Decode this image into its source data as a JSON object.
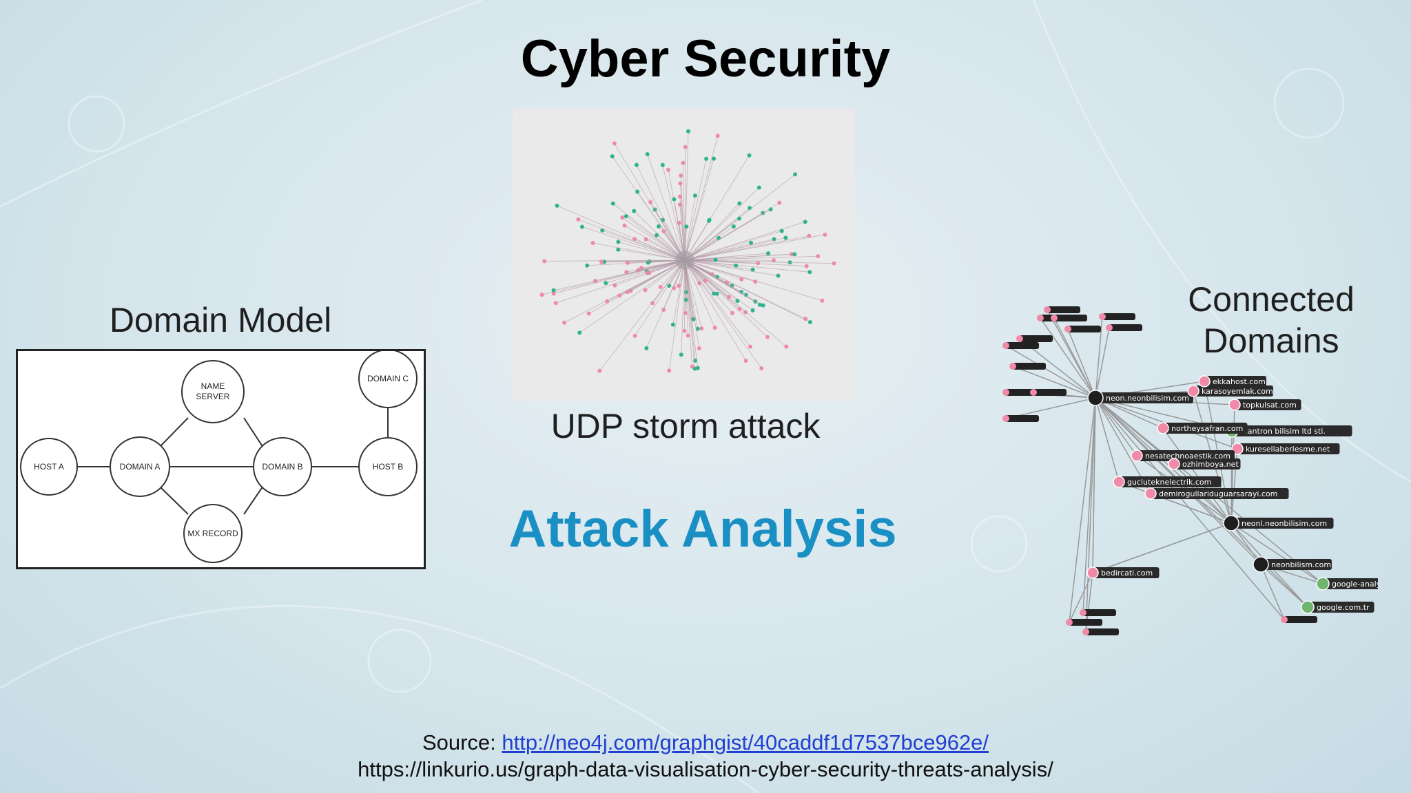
{
  "title": "Cyber Security",
  "subtitle": "Attack Analysis",
  "colors": {
    "subtitle": "#1a8fc4",
    "link": "#1f3fd1",
    "pink_node": "#ef8aa8",
    "green_node": "#6fb56d",
    "dark_node": "#1e1e1e"
  },
  "domain_model": {
    "label": "Domain Model",
    "nodes": [
      "NAME SERVER",
      "DOMAIN C",
      "HOST A",
      "DOMAIN A",
      "DOMAIN B",
      "HOST B",
      "MX RECORD"
    ]
  },
  "udp": {
    "label": "UDP storm attack"
  },
  "connected": {
    "label_line1": "Connected",
    "label_line2": "Domains",
    "domains": [
      "neon.neonbilisim.com",
      "karasoyemlak.com",
      "ekkahost.com",
      "topkulsat.com",
      "alantron bilisim ltd sti.",
      "northeysafran.com",
      "kuresellaberlesme.net",
      "nesatechnoaestik.com",
      "ozhimboya.net",
      "gucluteknelectrik.com",
      "demirogullariduguarsarayi.com",
      "neonl.neonbilisim.com",
      "neonbilism.com",
      "bedircati.com",
      "google-analytics.com",
      "google.com.tr"
    ]
  },
  "source": {
    "prefix": "Source: ",
    "link1": "http://neo4j.com/graphgist/40caddf1d7537bce962e/",
    "link2": "https://linkurio.us/graph-data-visualisation-cyber-security-threats-analysis/"
  }
}
